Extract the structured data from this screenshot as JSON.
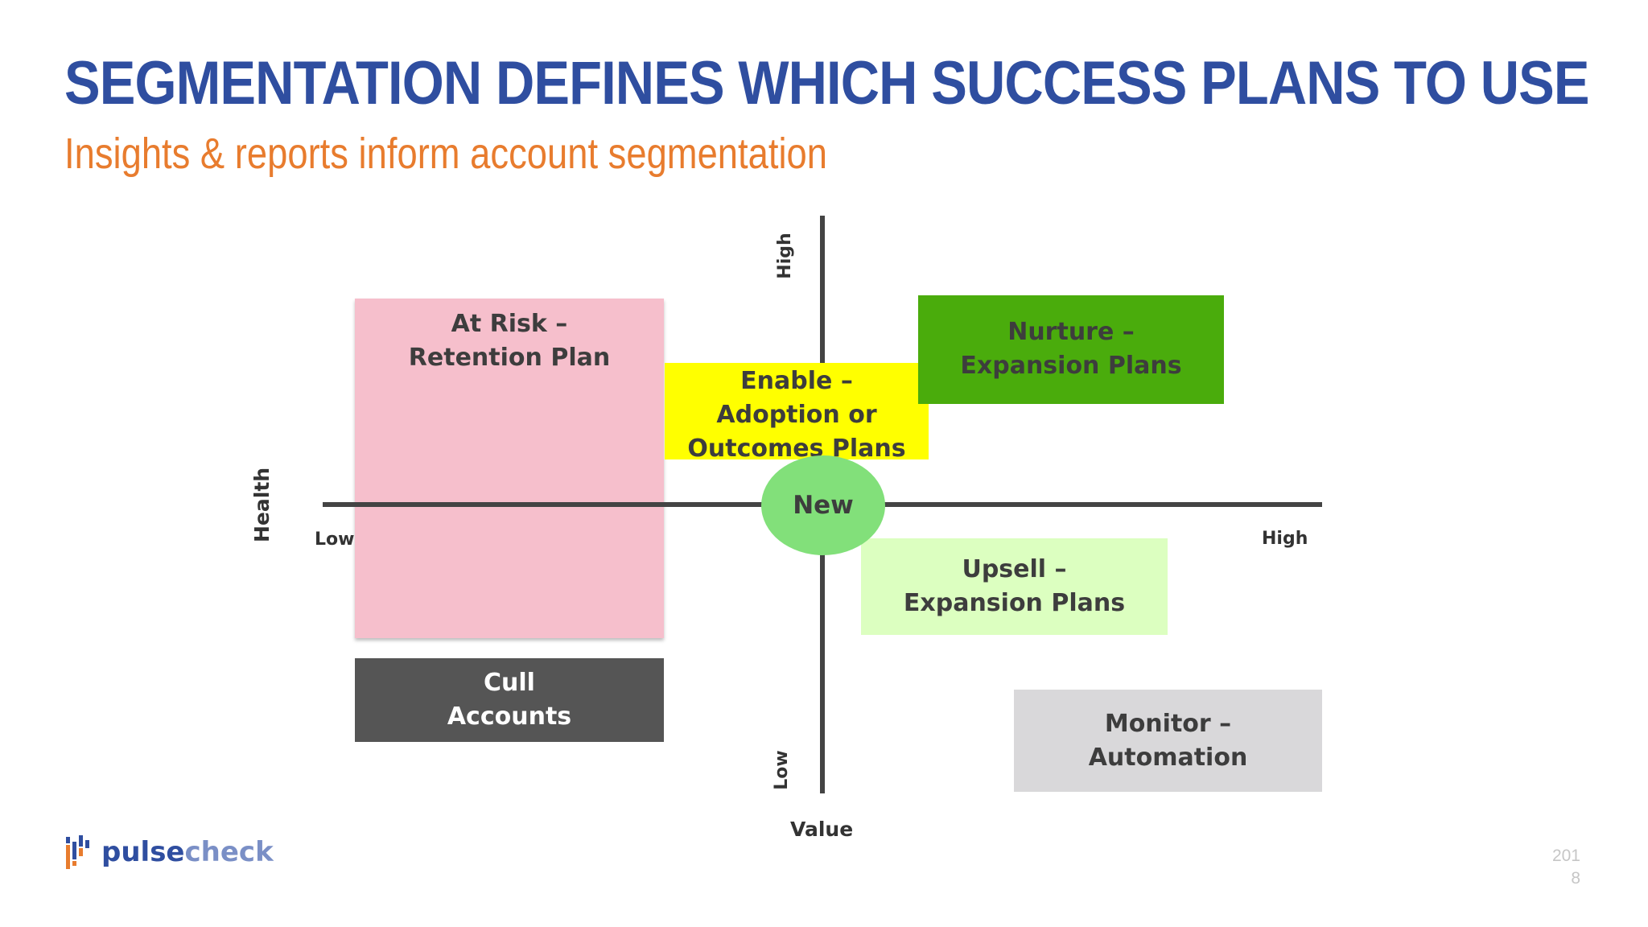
{
  "slide": {
    "title": "SEGMENTATION DEFINES WHICH SUCCESS PLANS TO USE",
    "subtitle": "Insights & reports inform account segmentation",
    "page_number_line1": "201",
    "page_number_line2": "8"
  },
  "colors": {
    "title": "#2f4ea0",
    "subtitle": "#e87c2e",
    "at_risk": "#f6bfcc",
    "enable": "#ffff00",
    "nurture": "#4aac0c",
    "new": "#82e07a",
    "upsell": "#dcffc0",
    "cull": "#555555",
    "monitor": "#d9d8da"
  },
  "axes": {
    "value_label": "Value",
    "health_label": "Health",
    "horizontal_low": "Low",
    "horizontal_high": "High",
    "vertical_high": "High",
    "vertical_low": "Low"
  },
  "segments": {
    "at_risk": {
      "line1": "At Risk –",
      "line2": "Retention Plan"
    },
    "enable": {
      "line1": "Enable –",
      "line2": "Adoption or",
      "line3": "Outcomes Plans"
    },
    "nurture": {
      "line1": "Nurture –",
      "line2": "Expansion Plans"
    },
    "new": {
      "label": "New"
    },
    "upsell": {
      "line1": "Upsell –",
      "line2": "Expansion Plans"
    },
    "cull": {
      "line1": "Cull",
      "line2": "Accounts"
    },
    "monitor": {
      "line1": "Monitor –",
      "line2": "Automation"
    }
  },
  "logo": {
    "text_part1": "pulse",
    "text_part2": "check"
  }
}
